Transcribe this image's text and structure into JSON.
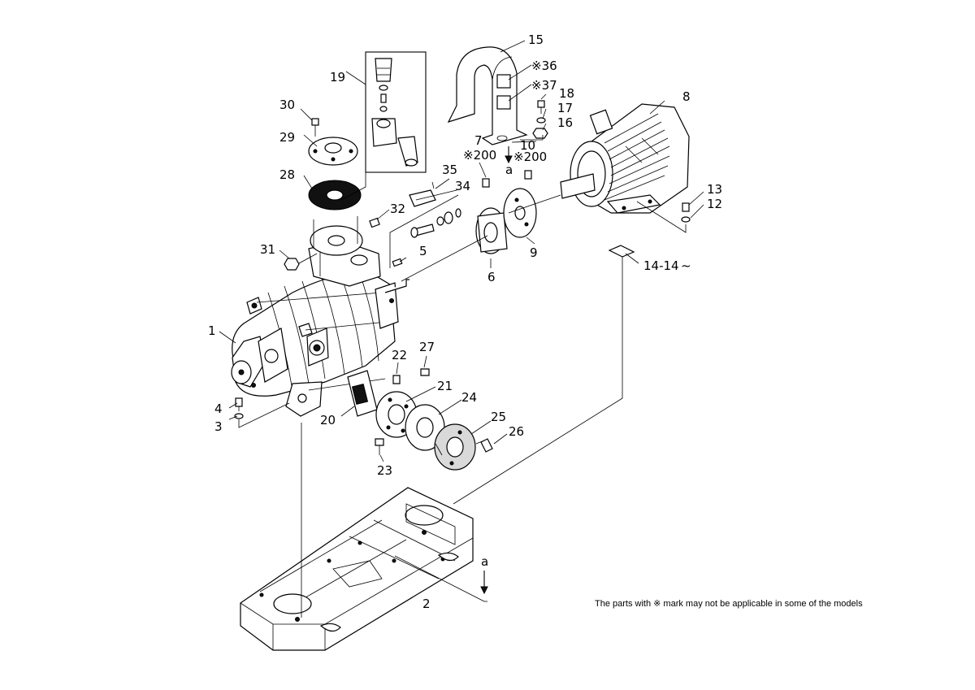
{
  "callouts": {
    "p1": "1",
    "p2": "2",
    "p3": "3",
    "p4": "4",
    "p5": "5",
    "p6": "6",
    "p7": "7",
    "p8": "8",
    "p9": "9",
    "p10": "10",
    "p12": "12",
    "p13": "13",
    "p14": "14-14",
    "p14_tilde": "~",
    "p15": "15",
    "p16": "16",
    "p17": "17",
    "p18": "18",
    "p19": "19",
    "p20": "20",
    "p21": "21",
    "p22": "22",
    "p23": "23",
    "p24": "24",
    "p25": "25",
    "p26": "26",
    "p27": "27",
    "p28": "28",
    "p29": "29",
    "p30": "30",
    "p31": "31",
    "p32": "32",
    "p34": "34",
    "p35": "35",
    "p36": "※36",
    "p37": "※37",
    "p200a": "※200",
    "p200b": "※200"
  },
  "view_marker": {
    "upper": "a",
    "lower": "a"
  },
  "footnote": "The parts with ※ mark may not be applicable in some of the models"
}
